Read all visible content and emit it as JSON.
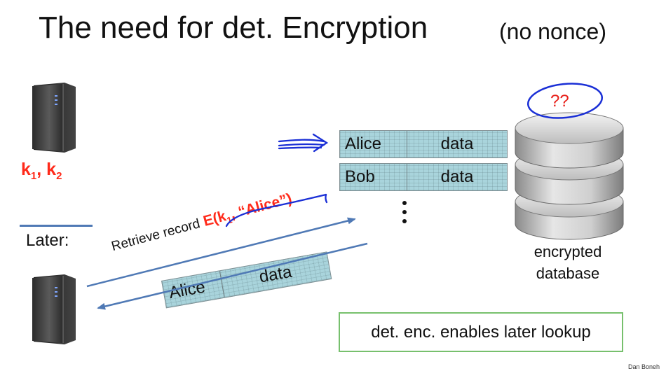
{
  "slide": {
    "title": "The need for det. Encryption",
    "subtitle": "(no nonce)",
    "credit": "Dan Boneh"
  },
  "keys": {
    "k": "k",
    "sub1": "1",
    "sep": ", ",
    "sub2": "2"
  },
  "later_label": "Later:",
  "records": [
    {
      "name": "Alice",
      "value": "data"
    },
    {
      "name": "Bob",
      "value": "data"
    }
  ],
  "database": {
    "label_line1": "encrypted",
    "label_line2": "database",
    "annotation": "??"
  },
  "query": {
    "label": "Retrieve record",
    "enc_prefix": "E(k",
    "enc_sub": "1",
    "enc_suffix": ", “Alice”)"
  },
  "returned_record": {
    "name": "Alice",
    "value": "data"
  },
  "note": "det. enc. enables later lookup",
  "colors": {
    "red_text": "#ff2a1a",
    "arrow_blue": "#4f79b5",
    "ink_blue": "#1a2fd6",
    "ink_red": "#e8201a",
    "note_border": "#77c06d",
    "record_fill": "#a9d4dc"
  }
}
